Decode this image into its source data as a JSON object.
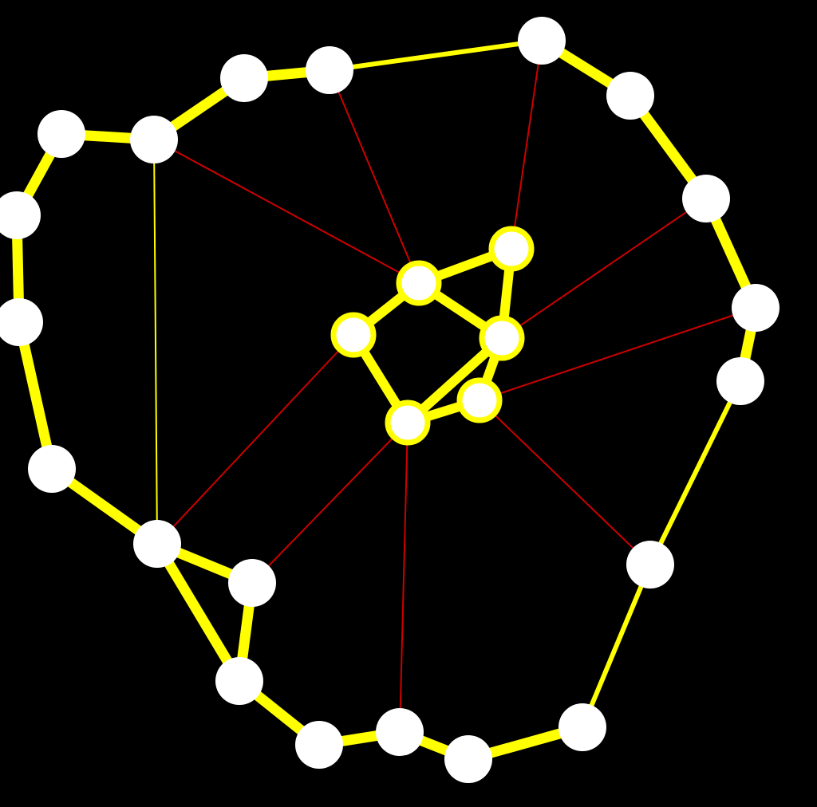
{
  "colors": {
    "background": "#000000",
    "node_fill": "#ffffff",
    "node_ring": "#ffff00",
    "thick_edge": "#ffff00",
    "thin_edge": "#ffff00",
    "link_edge": "#cc0000"
  },
  "graph": {
    "outer_nodes": [
      "o1",
      "o2",
      "o3",
      "o4",
      "o5",
      "o6",
      "o7",
      "o8",
      "o9",
      "o10",
      "o11",
      "o12",
      "o13",
      "o14",
      "o15",
      "o16",
      "o17",
      "o18",
      "o19",
      "o20",
      "o21",
      "o22",
      "o23"
    ],
    "inner_nodes": [
      "c1",
      "c2",
      "c3",
      "c4",
      "c5",
      "c6"
    ],
    "thick_edges": [
      [
        "o1",
        "o2"
      ],
      [
        "o2",
        "o3"
      ],
      [
        "o3",
        "o4"
      ],
      [
        "o4",
        "o5"
      ],
      [
        "o5",
        "o6"
      ],
      [
        "o6",
        "o7"
      ],
      [
        "o8",
        "o9"
      ],
      [
        "o9",
        "o10"
      ],
      [
        "o10",
        "o11"
      ],
      [
        "o11",
        "o12"
      ],
      [
        "o14",
        "o15"
      ],
      [
        "o15",
        "o16"
      ],
      [
        "o16",
        "o17"
      ],
      [
        "o17",
        "o18"
      ],
      [
        "o18",
        "o19"
      ],
      [
        "o15",
        "o20"
      ],
      [
        "o20",
        "o21"
      ],
      [
        "o21",
        "o22"
      ],
      [
        "o22",
        "o23"
      ],
      [
        "o23",
        "o1"
      ],
      [
        "c1",
        "c2"
      ],
      [
        "c2",
        "c3"
      ],
      [
        "c3",
        "c4"
      ],
      [
        "c1",
        "c5"
      ],
      [
        "c5",
        "c6"
      ],
      [
        "c6",
        "c4"
      ],
      [
        "c3",
        "c6"
      ],
      [
        "c1",
        "c3"
      ]
    ],
    "thin_edges": [
      [
        "o7",
        "o8"
      ],
      [
        "o12",
        "o13"
      ],
      [
        "o13",
        "o14"
      ],
      [
        "o23",
        "o15"
      ]
    ],
    "link_edges": [
      [
        "o6",
        "c1"
      ],
      [
        "o7",
        "c1"
      ],
      [
        "o8",
        "c2"
      ],
      [
        "o10",
        "c3"
      ],
      [
        "o11",
        "c4"
      ],
      [
        "o13",
        "c4"
      ],
      [
        "o19",
        "c6"
      ],
      [
        "o16",
        "c6"
      ],
      [
        "o15",
        "c5"
      ],
      [
        "o23",
        "c1"
      ]
    ]
  }
}
